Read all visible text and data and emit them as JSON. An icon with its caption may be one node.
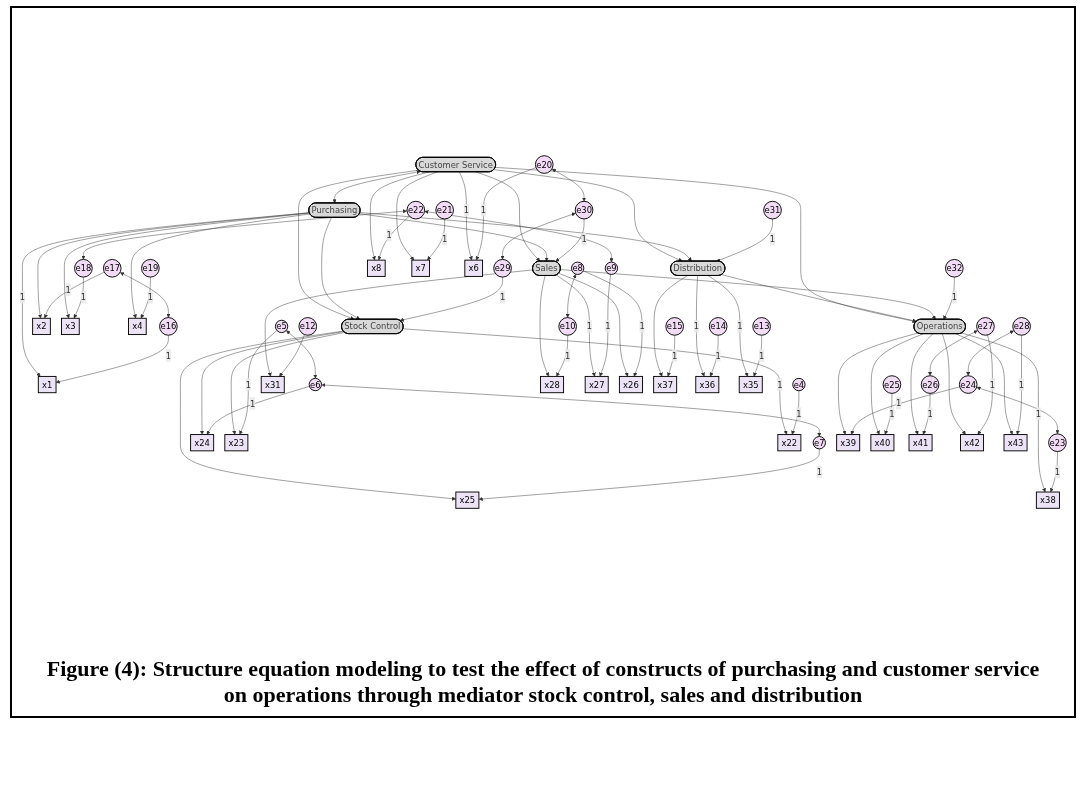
{
  "diagram": {
    "caption": "Figure (4): Structure equation modeling to test the effect of constructs of purchasing and customer service on operations through mediator stock control, sales and distribution",
    "nodes": [
      {
        "text": [
          "e16"
        ]
      },
      {
        "text": [
          "e17"
        ]
      },
      {
        "text": [
          "e18"
        ]
      },
      {
        "text": [
          "e19"
        ]
      },
      {
        "text": [
          "x1"
        ]
      },
      {
        "text": [
          "x2"
        ]
      },
      {
        "text": [
          "x3"
        ]
      },
      {
        "text": [
          "x4"
        ]
      },
      {
        "text": [
          "Purchasing"
        ]
      },
      {
        "text": [
          "e29"
        ]
      },
      {
        "text": [
          "e7"
        ]
      },
      {
        "text": [
          "x25"
        ]
      },
      {
        "text": [
          "e6"
        ]
      },
      {
        "text": [
          "x24"
        ]
      },
      {
        "text": [
          "e5"
        ]
      },
      {
        "text": [
          "x23"
        ]
      },
      {
        "text": [
          "e4"
        ]
      },
      {
        "text": [
          "x22"
        ]
      },
      {
        "text": [
          "Stock Control"
        ]
      },
      {
        "text": [
          "e32"
        ]
      },
      {
        "text": [
          "x38"
        ]
      },
      {
        "text": [
          "e23"
        ]
      },
      {
        "text": [
          "x39"
        ]
      },
      {
        "text": [
          "e24"
        ]
      },
      {
        "text": [
          "x40"
        ]
      },
      {
        "text": [
          "e25"
        ]
      },
      {
        "text": [
          "e30"
        ]
      },
      {
        "text": [
          "e12"
        ]
      },
      {
        "text": [
          "x31"
        ]
      },
      {
        "text": [
          "Operations"
        ]
      },
      {
        "text": [
          "x41"
        ]
      },
      {
        "text": [
          "e26"
        ]
      },
      {
        "text": [
          "e10"
        ]
      },
      {
        "text": [
          "x28"
        ]
      },
      {
        "text": [
          "Sales"
        ]
      },
      {
        "text": [
          "x42"
        ]
      },
      {
        "text": [
          "e27"
        ]
      },
      {
        "text": [
          "e9"
        ]
      },
      {
        "text": [
          "x27"
        ]
      },
      {
        "text": [
          "x43"
        ]
      },
      {
        "text": [
          "e28"
        ]
      },
      {
        "text": [
          "e8"
        ]
      },
      {
        "text": [
          "x26"
        ]
      },
      {
        "text": [
          "e31"
        ]
      },
      {
        "text": [
          "e15"
        ]
      },
      {
        "text": [
          "x37"
        ]
      },
      {
        "text": [
          "Distribution"
        ]
      },
      {
        "text": [
          "e14"
        ]
      },
      {
        "text": [
          "x36"
        ]
      },
      {
        "text": [
          "e13"
        ]
      },
      {
        "text": [
          "x35"
        ]
      },
      {
        "text": [
          "Customer Service"
        ]
      },
      {
        "text": [
          "x8"
        ]
      },
      {
        "text": [
          "x7"
        ]
      },
      {
        "text": [
          "x6"
        ]
      },
      {
        "text": [
          "e22"
        ]
      },
      {
        "text": [
          "e21"
        ]
      },
      {
        "text": [
          "e20"
        ]
      }
    ],
    "edges": [
      {
        "from": 0,
        "to": 4,
        "arrow": "to",
        "label": "1"
      },
      {
        "from": 1,
        "to": 5,
        "arrow": "to",
        "label": "1"
      },
      {
        "from": 2,
        "to": 6,
        "arrow": "to",
        "label": "1"
      },
      {
        "from": 3,
        "to": 7,
        "arrow": "to",
        "label": "1"
      },
      {
        "from": 10,
        "to": 11,
        "arrow": "to",
        "label": "1"
      },
      {
        "from": 12,
        "to": 13,
        "arrow": "to",
        "label": "1"
      },
      {
        "from": 14,
        "to": 15,
        "arrow": "to",
        "label": "1"
      },
      {
        "from": 16,
        "to": 17,
        "arrow": "to",
        "label": "1"
      },
      {
        "from": 27,
        "to": 28,
        "arrow": "to"
      },
      {
        "from": 32,
        "to": 33,
        "arrow": "to",
        "label": "1"
      },
      {
        "from": 37,
        "to": 38,
        "arrow": "to",
        "label": "1"
      },
      {
        "from": 41,
        "to": 42,
        "arrow": "to",
        "label": "1"
      },
      {
        "from": 44,
        "to": 45,
        "arrow": "to",
        "label": "1"
      },
      {
        "from": 47,
        "to": 48,
        "arrow": "to",
        "label": "1"
      },
      {
        "from": 49,
        "to": 50,
        "arrow": "to",
        "label": "1"
      },
      {
        "from": 21,
        "to": 20,
        "arrow": "to",
        "label": "1"
      },
      {
        "from": 23,
        "to": 22,
        "arrow": "to",
        "label": "1"
      },
      {
        "from": 25,
        "to": 24,
        "arrow": "to",
        "label": "1"
      },
      {
        "from": 31,
        "to": 30,
        "arrow": "to",
        "label": "1"
      },
      {
        "from": 36,
        "to": 35,
        "arrow": "to",
        "label": "1"
      },
      {
        "from": 40,
        "to": 39,
        "arrow": "to",
        "label": "1"
      },
      {
        "from": 55,
        "to": 52,
        "arrow": "to",
        "label": "1"
      },
      {
        "from": 56,
        "to": 53,
        "arrow": "to",
        "label": "1"
      },
      {
        "from": 57,
        "to": 54,
        "arrow": "to",
        "label": "1"
      },
      {
        "from": 9,
        "to": 18,
        "arrow": "to",
        "label": "1"
      },
      {
        "from": 26,
        "to": 34,
        "arrow": "to",
        "label": "1"
      },
      {
        "from": 43,
        "to": 46,
        "arrow": "to",
        "label": "1"
      },
      {
        "from": 19,
        "to": 29,
        "arrow": "to",
        "label": "1"
      },
      {
        "from": 8,
        "to": 4,
        "arrow": "to",
        "label": "1"
      },
      {
        "from": 8,
        "to": 5,
        "arrow": "to"
      },
      {
        "from": 8,
        "to": 6,
        "arrow": "to"
      },
      {
        "from": 8,
        "to": 7,
        "arrow": "to"
      },
      {
        "from": 18,
        "to": 11,
        "arrow": "to"
      },
      {
        "from": 18,
        "to": 13,
        "arrow": "to"
      },
      {
        "from": 18,
        "to": 15,
        "arrow": "to"
      },
      {
        "from": 18,
        "to": 17,
        "arrow": "to",
        "label": "1"
      },
      {
        "from": 34,
        "to": 28,
        "arrow": "to"
      },
      {
        "from": 34,
        "to": 33,
        "arrow": "to"
      },
      {
        "from": 34,
        "to": 38,
        "arrow": "to",
        "label": "1"
      },
      {
        "from": 34,
        "to": 42,
        "arrow": "to"
      },
      {
        "from": 46,
        "to": 45,
        "arrow": "to"
      },
      {
        "from": 46,
        "to": 48,
        "arrow": "to",
        "label": "1"
      },
      {
        "from": 46,
        "to": 50,
        "arrow": "to",
        "label": "1"
      },
      {
        "from": 29,
        "to": 20,
        "arrow": "to",
        "label": "1"
      },
      {
        "from": 29,
        "to": 22,
        "arrow": "to"
      },
      {
        "from": 29,
        "to": 24,
        "arrow": "to"
      },
      {
        "from": 29,
        "to": 30,
        "arrow": "to"
      },
      {
        "from": 29,
        "to": 35,
        "arrow": "to"
      },
      {
        "from": 29,
        "to": 39,
        "arrow": "to"
      },
      {
        "from": 51,
        "to": 52,
        "arrow": "to"
      },
      {
        "from": 51,
        "to": 53,
        "arrow": "to"
      },
      {
        "from": 51,
        "to": 54,
        "arrow": "to",
        "label": "1"
      },
      {
        "from": 8,
        "to": 18,
        "arrow": "to"
      },
      {
        "from": 8,
        "to": 34,
        "arrow": "to"
      },
      {
        "from": 8,
        "to": 46,
        "arrow": "to"
      },
      {
        "from": 34,
        "to": 29,
        "arrow": "to"
      },
      {
        "from": 46,
        "to": 29,
        "arrow": "to"
      },
      {
        "from": 51,
        "to": 29,
        "arrow": "to"
      },
      {
        "from": 51,
        "to": 46,
        "arrow": "to"
      },
      {
        "from": 51,
        "to": 34,
        "arrow": "to"
      },
      {
        "from": 51,
        "to": 18,
        "arrow": "to"
      },
      {
        "from": 0,
        "to": 1,
        "arrow": "both"
      },
      {
        "from": 8,
        "to": 51,
        "arrow": "both"
      },
      {
        "from": 2,
        "to": 55,
        "arrow": "both"
      },
      {
        "from": 32,
        "to": 41,
        "arrow": "both"
      },
      {
        "from": 37,
        "to": 55,
        "arrow": "both"
      },
      {
        "from": 9,
        "to": 26,
        "arrow": "both"
      },
      {
        "from": 26,
        "to": 57,
        "arrow": "both"
      },
      {
        "from": 10,
        "to": 12,
        "arrow": "both"
      },
      {
        "from": 12,
        "to": 14,
        "arrow": "both"
      },
      {
        "from": 21,
        "to": 23,
        "arrow": "both"
      },
      {
        "from": 23,
        "to": 40,
        "arrow": "both"
      },
      {
        "from": 31,
        "to": 36,
        "arrow": "both"
      }
    ]
  }
}
